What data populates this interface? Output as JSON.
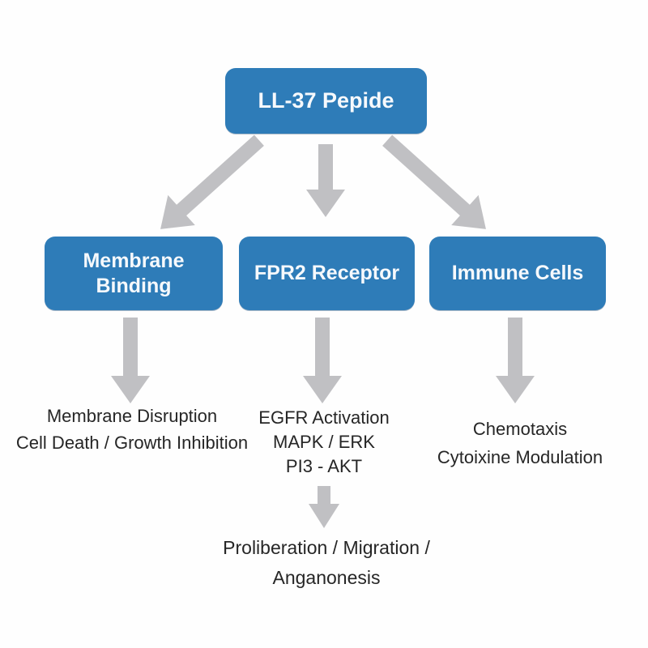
{
  "palette": {
    "background": "#fefefe",
    "node_fill": "#2e7cb8",
    "node_text": "#f6f9fc",
    "arrow_gray": "#c0c0c3",
    "body_text": "#262626"
  },
  "nodes": {
    "root": {
      "label": "LL-37 Pepide"
    },
    "branches": [
      {
        "label": "Membrane Binding",
        "effects": [
          "Membrane Disruption",
          "Cell Death / Growth Inhibition"
        ]
      },
      {
        "label": "FPR2 Receptor",
        "effects": [
          "EGFR Activation",
          "MAPK / ERK",
          "PI3 - AKT"
        ],
        "downstream": [
          "Proliberation / Migration /",
          "Anganonesis"
        ]
      },
      {
        "label": "Immune Cells",
        "effects": [
          "Chemotaxis",
          "Cytoixine Modulation"
        ]
      }
    ]
  }
}
